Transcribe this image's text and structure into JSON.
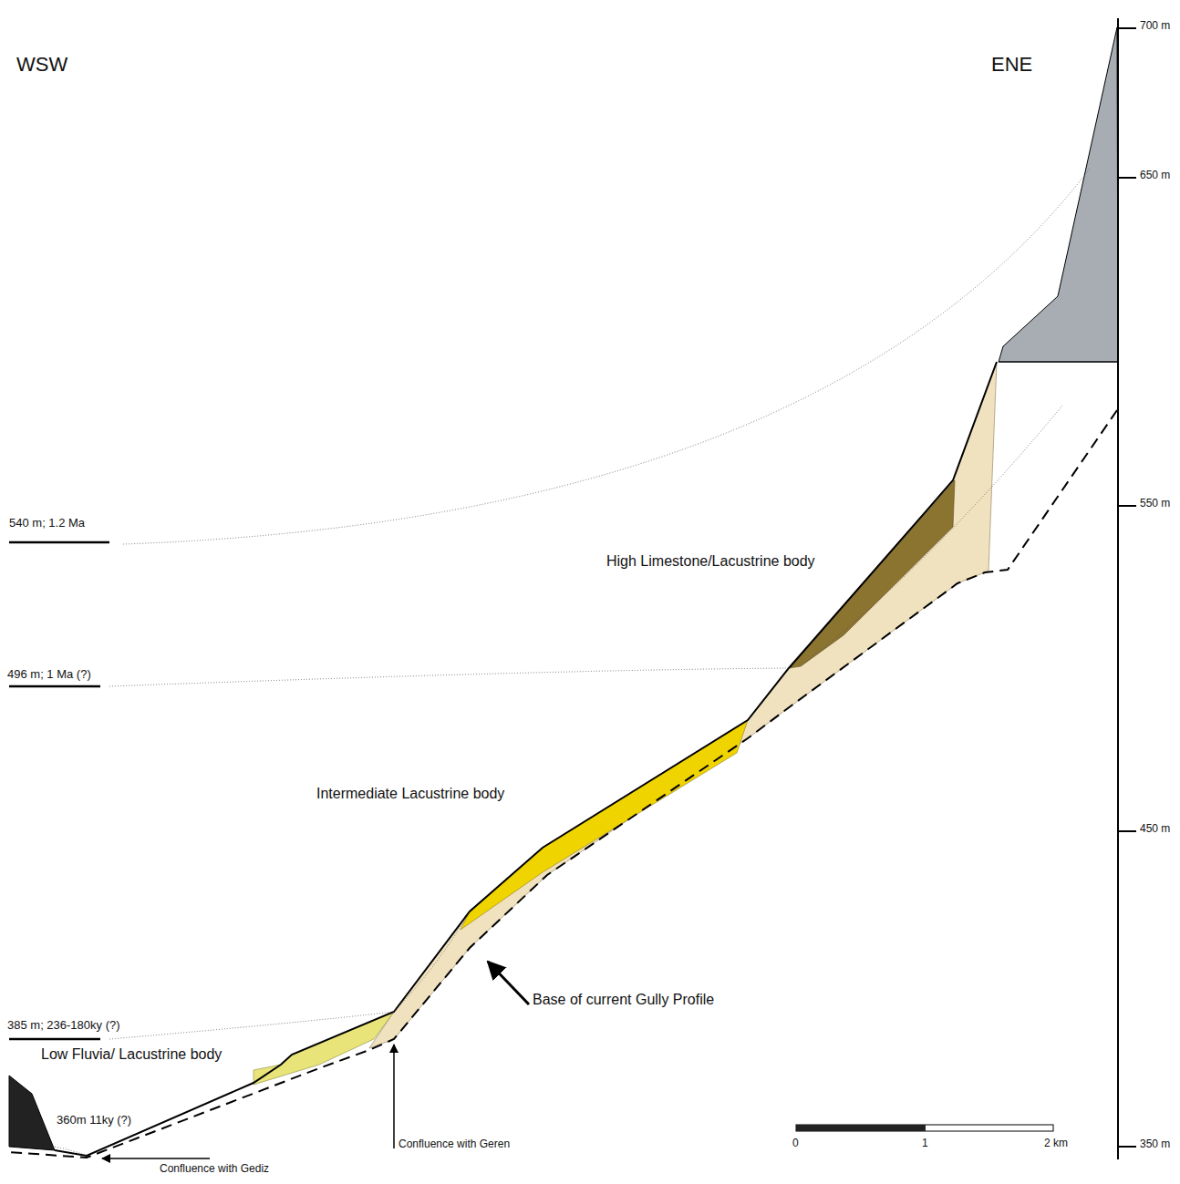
{
  "diagram": {
    "labels": [
      "WSW",
      "ENE",
      "700 m",
      "650 m",
      "550 m",
      "450 m",
      "350 m",
      "540 m; 1.2 Ma",
      "496 m; 1 Ma (?)",
      "385 m; 236-180ky (?)",
      "360m 11ky (?)",
      "High Limestone/Lacustrine body",
      "Intermediate Lacustrine body",
      "Low Fluvia/ Lacustrine body",
      "Base of current Gully Profile",
      "Confluence with Geren",
      "Confluence with Gediz",
      "0",
      "1",
      "2 km"
    ]
  }
}
